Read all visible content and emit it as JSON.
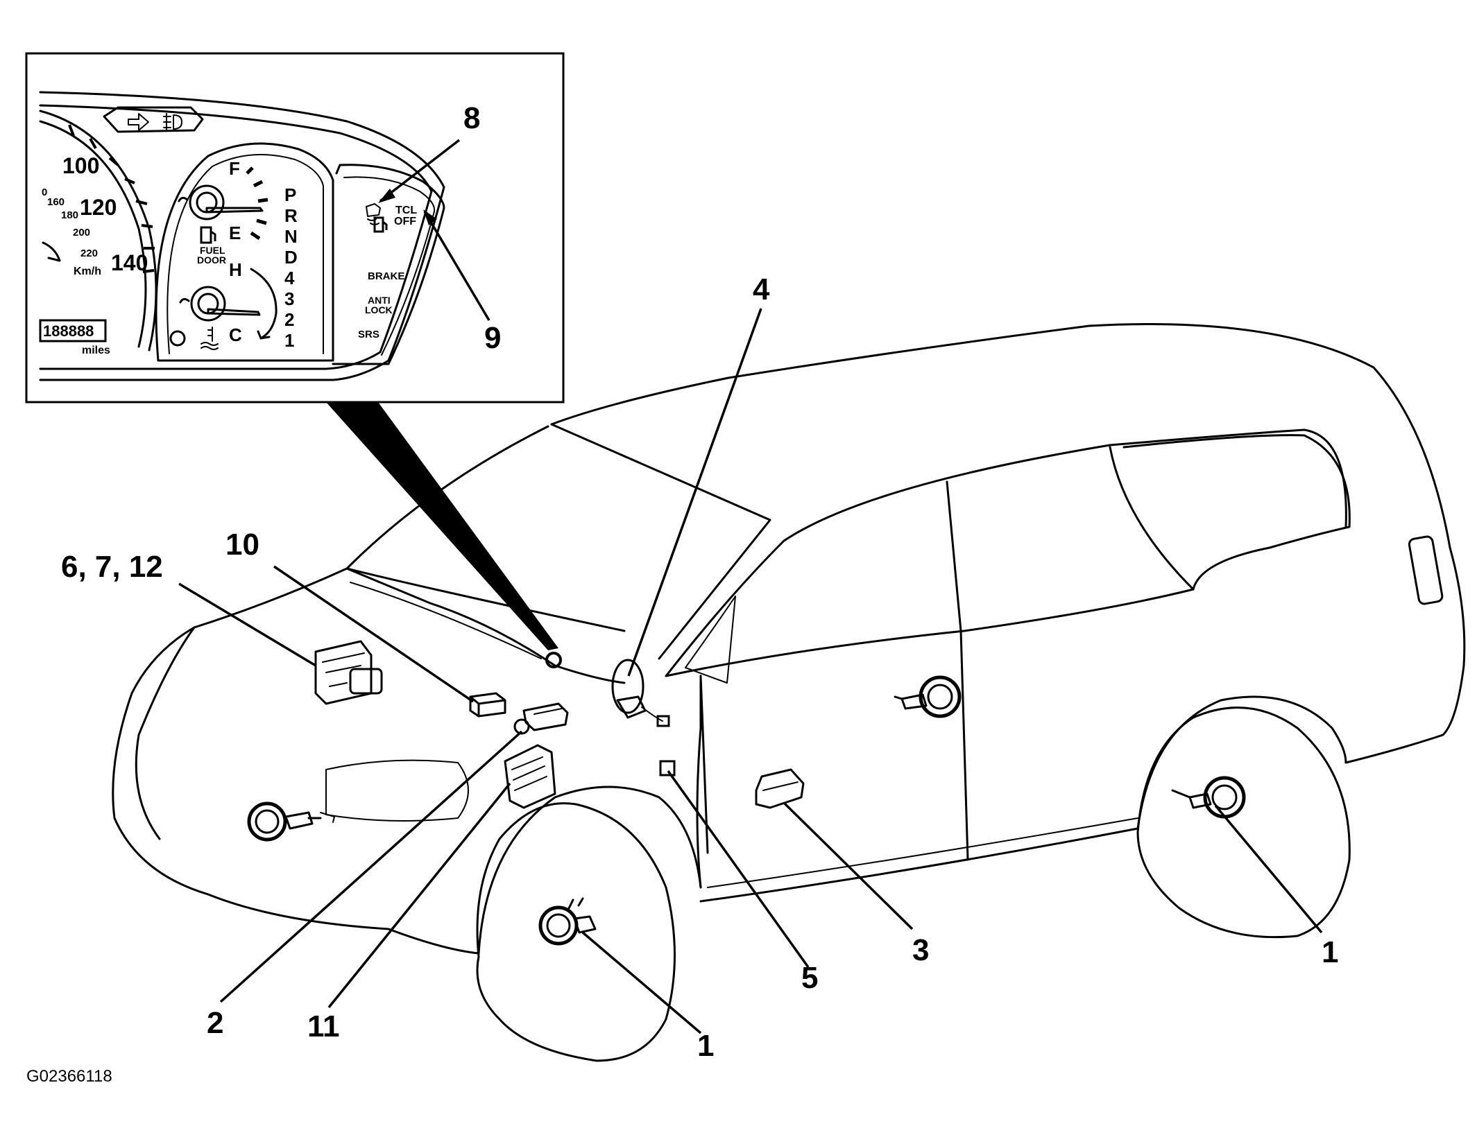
{
  "figure_id": "G02366118",
  "callouts": {
    "c1_rear": "1",
    "c1_front": "1",
    "c2": "2",
    "c3": "3",
    "c4": "4",
    "c5": "5",
    "c6_7_12": "6, 7, 12",
    "c8": "8",
    "c9": "9",
    "c10": "10",
    "c11": "11"
  },
  "cluster": {
    "speed_100": "100",
    "speed_120": "120",
    "speed_140": "140",
    "km_0": "0",
    "km_160": "160",
    "km_180": "180",
    "km_200": "200",
    "km_220": "220",
    "kmh_unit": "Km/h",
    "odometer": "188888",
    "miles_unit": "miles",
    "fuel_full": "F",
    "fuel_empty": "E",
    "fuel_door_line1": "FUEL",
    "fuel_door_line2": "DOOR",
    "temp_hot": "H",
    "temp_cold": "C",
    "gears": [
      "P",
      "R",
      "N",
      "D",
      "4",
      "3",
      "2",
      "1"
    ],
    "tcl_line1": "TCL",
    "tcl_line2": "OFF",
    "brake": "BRAKE",
    "antilock_line1": "ANTI",
    "antilock_line2": "LOCK",
    "srs": "SRS"
  }
}
